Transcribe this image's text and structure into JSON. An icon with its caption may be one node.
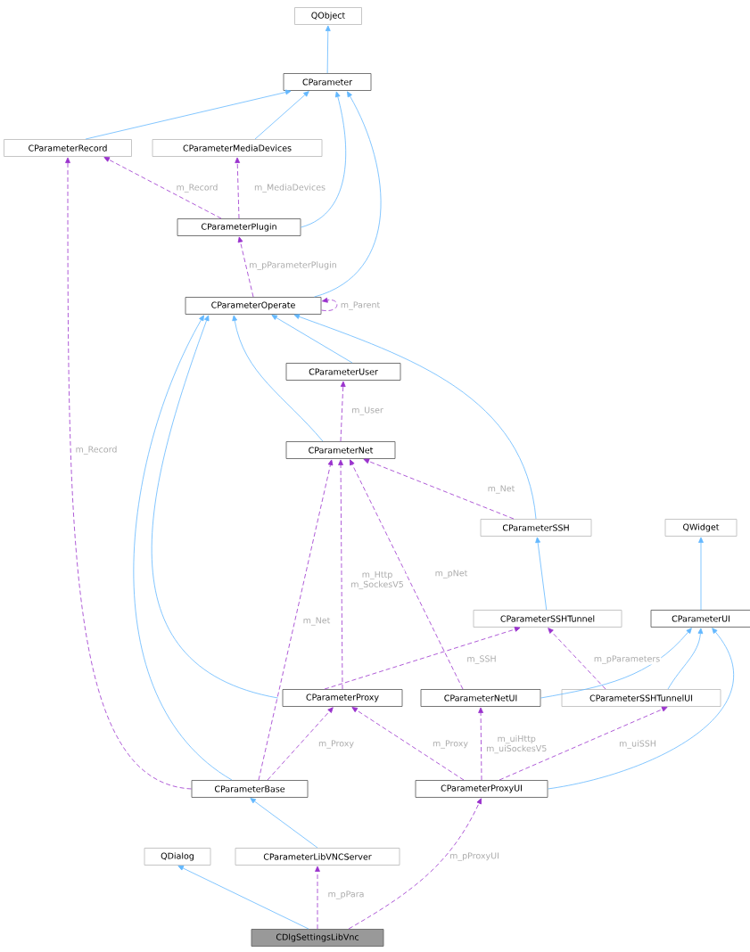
{
  "diagram": {
    "nodes": [
      {
        "text": [
          "QObject"
        ]
      },
      {
        "text": [
          "CParameter"
        ]
      },
      {
        "text": [
          "CParameterRecord"
        ]
      },
      {
        "text": [
          "CParameterMediaDevices"
        ]
      },
      {
        "text": [
          "CParameterPlugin"
        ]
      },
      {
        "text": [
          "CParameterOperate"
        ]
      },
      {
        "text": [
          "CParameterUser"
        ]
      },
      {
        "text": [
          "CParameterNet"
        ]
      },
      {
        "text": [
          "CParameterSSH"
        ]
      },
      {
        "text": [
          "QWidget"
        ]
      },
      {
        "text": [
          "CParameterSSHTunnel"
        ]
      },
      {
        "text": [
          "CParameterUI"
        ]
      },
      {
        "text": [
          "CParameterProxy"
        ]
      },
      {
        "text": [
          "CParameterNetUI"
        ]
      },
      {
        "text": [
          "CParameterSSHTunnelUI"
        ]
      },
      {
        "text": [
          "CParameterBase"
        ]
      },
      {
        "text": [
          "CParameterProxyUI"
        ]
      },
      {
        "text": [
          "QDialog"
        ]
      },
      {
        "text": [
          "CParameterLibVNCServer"
        ]
      },
      {
        "text": [
          "CDlgSettingsLibVnc"
        ]
      }
    ],
    "edges": [
      {
        "from": 1,
        "to": 0,
        "arrow": "to",
        "color": "#63b8ff"
      },
      {
        "from": 2,
        "to": 1,
        "arrow": "to",
        "color": "#63b8ff"
      },
      {
        "from": 3,
        "to": 1,
        "arrow": "to",
        "color": "#63b8ff"
      },
      {
        "from": 4,
        "to": 1,
        "arrow": "to",
        "color": "#63b8ff"
      },
      {
        "from": 5,
        "to": 1,
        "arrow": "to",
        "color": "#63b8ff"
      },
      {
        "from": 4,
        "to": 2,
        "arrow": "to",
        "style": "dashed",
        "label": "m_Record"
      },
      {
        "from": 4,
        "to": 3,
        "arrow": "to",
        "style": "dashed",
        "label": "m_MediaDevices"
      },
      {
        "from": 5,
        "to": 4,
        "arrow": "to",
        "style": "dashed",
        "label": "m_pParameterPlugin"
      },
      {
        "from": 5,
        "to": 5,
        "arrow": "to",
        "style": "dashed",
        "label": "m_Parent"
      },
      {
        "from": 6,
        "to": 5,
        "arrow": "to",
        "color": "#63b8ff"
      },
      {
        "from": 7,
        "to": 5,
        "arrow": "to",
        "color": "#63b8ff"
      },
      {
        "from": 8,
        "to": 5,
        "arrow": "to",
        "color": "#63b8ff"
      },
      {
        "from": 12,
        "to": 5,
        "arrow": "to",
        "color": "#63b8ff"
      },
      {
        "from": 15,
        "to": 5,
        "arrow": "to",
        "color": "#63b8ff"
      },
      {
        "from": 7,
        "to": 6,
        "arrow": "to",
        "style": "dashed",
        "label": "m_User"
      },
      {
        "from": 8,
        "to": 7,
        "arrow": "to",
        "style": "dashed",
        "label": "m_Net"
      },
      {
        "from": 10,
        "to": 8,
        "arrow": "to",
        "color": "#63b8ff"
      },
      {
        "from": 11,
        "to": 9,
        "arrow": "to",
        "color": "#63b8ff"
      },
      {
        "from": 12,
        "to": 7,
        "arrow": "to",
        "style": "dashed",
        "label": "m_Http m_SockesV5"
      },
      {
        "from": 13,
        "to": 7,
        "arrow": "to",
        "style": "dashed",
        "label": "m_pNet"
      },
      {
        "from": 15,
        "to": 7,
        "arrow": "to",
        "style": "dashed",
        "label": "m_Net"
      },
      {
        "from": 12,
        "to": 10,
        "arrow": "to",
        "style": "dashed",
        "label": "m_SSH"
      },
      {
        "from": 13,
        "to": 11,
        "arrow": "to",
        "color": "#63b8ff"
      },
      {
        "from": 14,
        "to": 11,
        "arrow": "to",
        "color": "#63b8ff"
      },
      {
        "from": 16,
        "to": 11,
        "arrow": "to",
        "color": "#63b8ff"
      },
      {
        "from": 14,
        "to": 10,
        "arrow": "to",
        "style": "dashed",
        "label": "m_pParameters"
      },
      {
        "from": 15,
        "to": 12,
        "arrow": "to",
        "style": "dashed",
        "label": "m_Proxy"
      },
      {
        "from": 16,
        "to": 12,
        "arrow": "to",
        "style": "dashed",
        "label": "m_Proxy"
      },
      {
        "from": 16,
        "to": 13,
        "arrow": "to",
        "style": "dashed",
        "label": "m_uiHttp m_uiSockesV5"
      },
      {
        "from": 16,
        "to": 14,
        "arrow": "to",
        "style": "dashed",
        "label": "m_uiSSH"
      },
      {
        "from": 15,
        "to": 2,
        "arrow": "to",
        "style": "dashed",
        "label": "m_Record"
      },
      {
        "from": 18,
        "to": 15,
        "arrow": "to",
        "color": "#63b8ff"
      },
      {
        "from": 19,
        "to": 17,
        "arrow": "to",
        "color": "#63b8ff"
      },
      {
        "from": 19,
        "to": 18,
        "arrow": "to",
        "style": "dashed",
        "label": "m_pPara"
      },
      {
        "from": 19,
        "to": 16,
        "arrow": "to",
        "style": "dashed",
        "label": "m_pProxyUI"
      }
    ]
  }
}
